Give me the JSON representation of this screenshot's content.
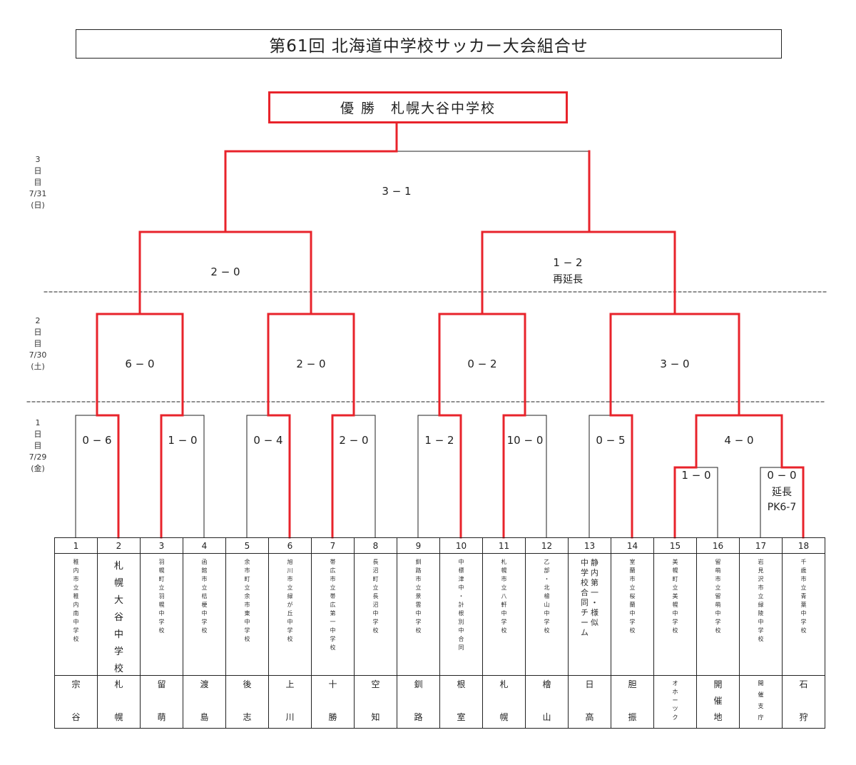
{
  "title": "第61回 北海道中学校サッカー大会組合せ",
  "champion": "優 勝　札幌大谷中学校",
  "day_labels": [
    {
      "lines": [
        "1",
        "日",
        "目",
        "7/29",
        "(金)"
      ]
    },
    {
      "lines": [
        "2",
        "日",
        "目",
        "7/30",
        "(土)"
      ]
    },
    {
      "lines": [
        "3",
        "日",
        "目",
        "7/31",
        "(日)"
      ]
    }
  ],
  "scores": {
    "r1_1_2": "0 − 6",
    "r1_3_4": "1 − 0",
    "r1_5_6": "0 − 4",
    "r1_7_8": "2 − 0",
    "r1_9_10": "1 − 2",
    "r1_11_12": "10 − 0",
    "r1_13_14": "0 − 5",
    "r1_15_16": "1 − 0",
    "r1_17_18": "0 − 0",
    "r1_17_18_note1": "延長",
    "r1_17_18_note2": "PK6-7",
    "r1b_1516_1718": "4 − 0",
    "qf_a": "6 − 0",
    "qf_b": "2 − 0",
    "qf_c": "0 − 2",
    "qf_d": "3 − 0",
    "sf_a": "2 − 0",
    "sf_b": "1 − 2",
    "sf_b_note": "再延長",
    "final": "3 − 1"
  },
  "teams": [
    {
      "no": "1",
      "name": [
        "稚内市立稚内南中学校"
      ],
      "style": "small",
      "region": [
        "宗",
        "谷"
      ]
    },
    {
      "no": "2",
      "name": [
        "札幌大谷中学校"
      ],
      "style": "large",
      "region": [
        "札",
        "幌"
      ]
    },
    {
      "no": "3",
      "name": [
        "羽幌町立羽幌中学校"
      ],
      "style": "small",
      "region": [
        "留",
        "萌"
      ]
    },
    {
      "no": "4",
      "name": [
        "函館市立桔梗中学校"
      ],
      "style": "small",
      "region": [
        "渡",
        "島"
      ]
    },
    {
      "no": "5",
      "name": [
        "余市町立余市東中学校"
      ],
      "style": "small",
      "region": [
        "後",
        "志"
      ]
    },
    {
      "no": "6",
      "name": [
        "旭川市立緑が丘中学校"
      ],
      "style": "small",
      "region": [
        "上",
        "川"
      ]
    },
    {
      "no": "7",
      "name": [
        "帯広市立帯広第一中学校"
      ],
      "style": "small",
      "region": [
        "十",
        "勝"
      ]
    },
    {
      "no": "8",
      "name": [
        "長沼町立長沼中学校"
      ],
      "style": "small",
      "region": [
        "空",
        "知"
      ]
    },
    {
      "no": "9",
      "name": [
        "釧路市立景雲中学校"
      ],
      "style": "small",
      "region": [
        "釧",
        "路"
      ]
    },
    {
      "no": "10",
      "name": [
        "中標津中・計根別中合同"
      ],
      "style": "small",
      "region": [
        "根",
        "室"
      ]
    },
    {
      "no": "11",
      "name": [
        "札幌市立八軒中学校"
      ],
      "style": "small",
      "region": [
        "札",
        "幌"
      ]
    },
    {
      "no": "12",
      "name": [
        "乙部・北檜山中学校"
      ],
      "style": "small",
      "region": [
        "檜",
        "山"
      ]
    },
    {
      "no": "13",
      "name": [
        "静内第一・様似",
        "中学校合同チーム"
      ],
      "style": "medium",
      "region": [
        "日",
        "高"
      ]
    },
    {
      "no": "14",
      "name": [
        "室蘭市立桜蘭中学校"
      ],
      "style": "small",
      "region": [
        "胆",
        "振"
      ]
    },
    {
      "no": "15",
      "name": [
        "美幌町立美幌中学校"
      ],
      "style": "small",
      "region": [
        "オホーツク"
      ],
      "region_style": "tiny"
    },
    {
      "no": "16",
      "name": [
        "留萌市立留萌中学校"
      ],
      "style": "small",
      "region": [
        "開",
        "催",
        "地"
      ]
    },
    {
      "no": "17",
      "name": [
        "岩見沢市立緑陵中学校"
      ],
      "style": "small",
      "region": [
        "開",
        "催",
        "支",
        "庁"
      ],
      "region_style": "tiny"
    },
    {
      "no": "18",
      "name": [
        "千歳市立青葉中学校"
      ],
      "style": "small",
      "region": [
        "石",
        "狩"
      ]
    }
  ],
  "colors": {
    "winner_line": "#e8232b",
    "line": "#222222"
  }
}
